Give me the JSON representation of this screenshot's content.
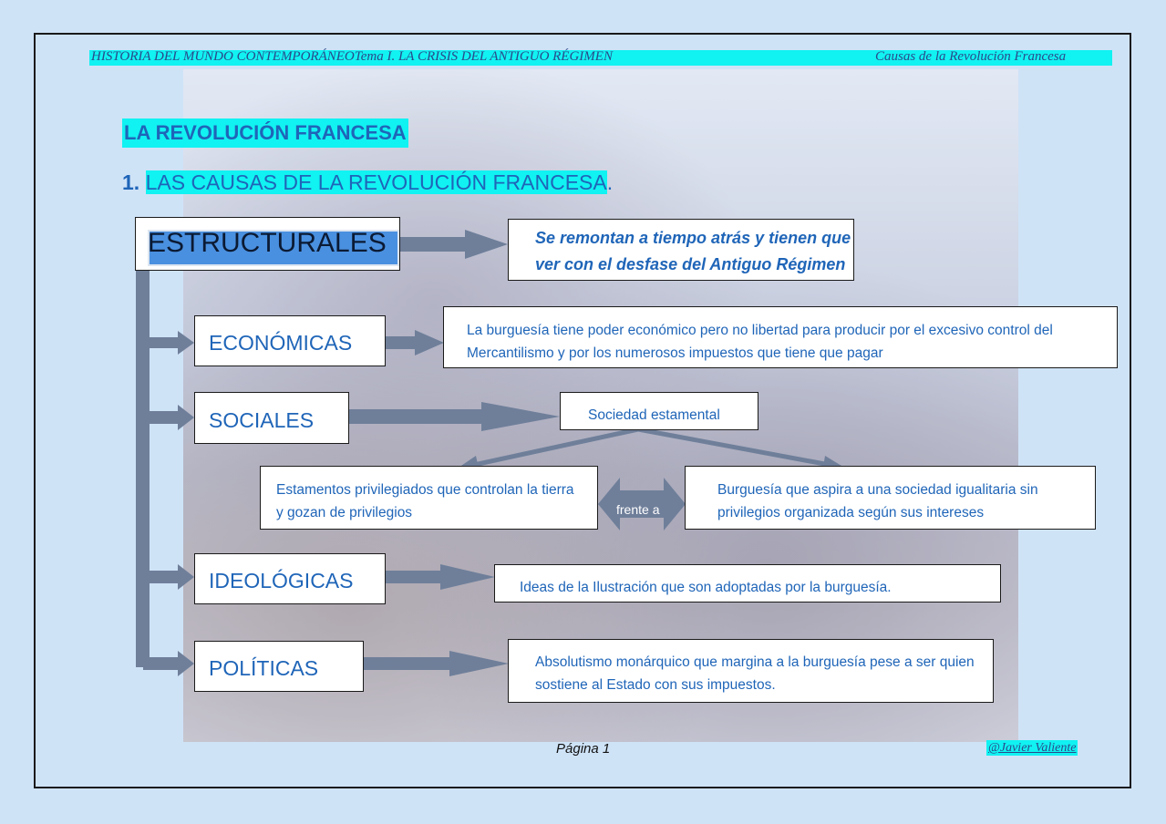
{
  "header": {
    "left": "HISTORIA DEL MUNDO CONTEMPORÁNEOTema I. LA CRISIS DEL ANTIGUO RÉGIMEN",
    "right": "Causas de la Revolución Francesa"
  },
  "title": "LA REVOLUCIÓN FRANCESA",
  "section": {
    "number": "1.",
    "text": "LAS CAUSAS DE LA REVOLUCIÓN FRANCESA",
    "end": "."
  },
  "diagram": {
    "estructurales": {
      "label": "ESTRUCTURALES",
      "desc_line1": "Se remontan a tiempo atrás y tienen que",
      "desc_line2": "ver con el desfase del Antiguo Régimen"
    },
    "economicas": {
      "label": "ECONÓMICAS",
      "desc_line1": "La burguesía tiene poder económico pero no libertad para producir por el excesivo control del",
      "desc_line2": "Mercantilismo y por los numerosos impuestos que tiene que pagar"
    },
    "sociales": {
      "label": "SOCIALES",
      "desc": "Sociedad estamental",
      "left_line1": "Estamentos privilegiados que controlan la tierra",
      "left_line2": "y gozan de privilegios",
      "frente": "frente a",
      "right_line1": "Burguesía que aspira a una sociedad igualitaria sin",
      "right_line2": "privilegios organizada según sus intereses"
    },
    "ideologicas": {
      "label": "IDEOLÓGICAS",
      "desc": "Ideas de la Ilustración que son adoptadas por la burguesía."
    },
    "politicas": {
      "label": "POLÍTICAS",
      "desc_line1": "Absolutismo monárquico que margina a la burguesía pese a ser quien",
      "desc_line2": "sostiene al Estado con sus impuestos."
    }
  },
  "footer": {
    "page": "Página 1",
    "author": "@Javier Valiente"
  },
  "colors": {
    "accent_highlight": "#11f2f2",
    "text_blue": "#1f65b8",
    "arrow": "#6f7f9a",
    "page_bg": "#cfe3f7"
  }
}
